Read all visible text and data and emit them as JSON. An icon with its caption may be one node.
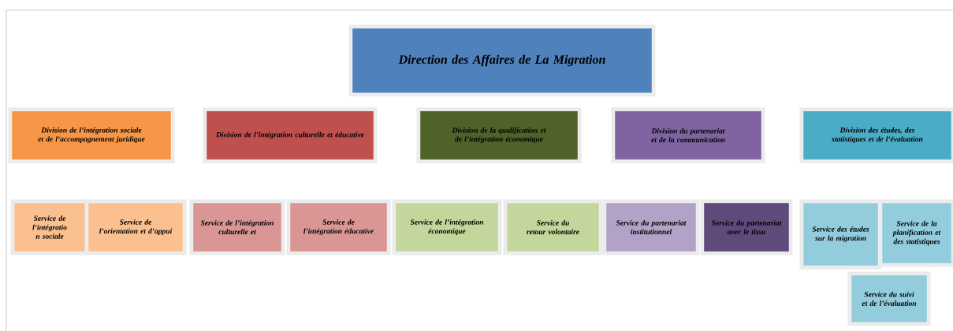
{
  "diagram": {
    "nodes": [
      {
        "text": [
          "Direction des Affaires de La Migration"
        ]
      },
      {
        "text": [
          "Division de l’intégration sociale et de l’accompagnement juridique"
        ]
      },
      {
        "text": [
          "Division de l’intégration culturelle et éducative"
        ]
      },
      {
        "text": [
          "Division de la qualification et de l’intégration économique"
        ]
      },
      {
        "text": [
          "Division du partenariat et de la communication"
        ]
      },
      {
        "text": [
          "Division des études, des statistiques et de l’évaluation"
        ]
      },
      {
        "text": [
          "Service de l’intégratio n sociale"
        ]
      },
      {
        "text": [
          "Service de l’orientation et d’appui"
        ]
      },
      {
        "text": [
          "Service de l’intégration culturelle et"
        ]
      },
      {
        "text": [
          "Service de l’intégration éducative"
        ]
      },
      {
        "text": [
          "Service de l’intégration économique"
        ]
      },
      {
        "text": [
          "Service du retour volontaire"
        ]
      },
      {
        "text": [
          "Service du partenariat institutionnel"
        ]
      },
      {
        "text": [
          "Service du partenariat avec le tissu"
        ]
      },
      {
        "text": [
          "Service des études sur la migration"
        ]
      },
      {
        "text": [
          "Service de la planification et des statistiques"
        ]
      },
      {
        "text": [
          "Service du suivi et de l’évaluation"
        ]
      }
    ]
  }
}
